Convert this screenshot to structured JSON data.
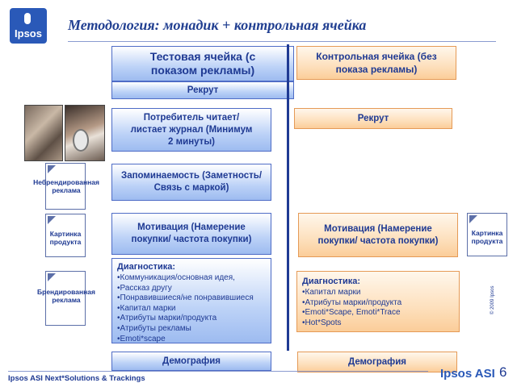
{
  "logo": {
    "text": "Ipsos"
  },
  "title": "Методология: монадик + контрольная ячейка",
  "test_cell": {
    "header": "Тестовая ячейка (с показом рекламы)",
    "recruit": "Рекрут",
    "reading": "Потребитель читает/ листает журнал (Минимум 2 минуты)",
    "recall": "Запоминаемость (Заметность/Связь с маркой)",
    "motivation": "Мотивация (Намерение покупки/ частота покупки)",
    "diagnostics": {
      "title": "Диагностика:",
      "items": [
        "•Коммуникация/основная идея,",
        "•Рассказ другу",
        "•Понравившиеся/не понравившиеся",
        "•Капитал марки",
        "•Атрибуты марки/продукта",
        "•Атрибуты рекламы",
        "•Emoti*scape"
      ]
    },
    "demography": "Демография"
  },
  "control_cell": {
    "header": "Контрольная ячейка (без показа рекламы)",
    "recruit": "Рекрут",
    "motivation": "Мотивация (Намерение покупки/ частота покупки)",
    "diagnostics": {
      "title": "Диагностика:",
      "items": [
        "•Капитал марки",
        "•Атрибуты марки/продукта",
        "•Emoti*Scape, Emoti*Trace",
        "•Hot*Spots"
      ]
    },
    "demography": "Демография"
  },
  "thumbnails": {
    "unbranded": "Небрендированная реклама",
    "product_left": "Картинка продукта",
    "branded": "Брендированная реклама",
    "product_right": "Картинка продукта"
  },
  "footer": {
    "left": "Ipsos ASI Next*Solutions & Trackings",
    "logo": "Ipsos ASI",
    "page": "6",
    "copyright": "© 2009 Ipsos"
  },
  "colors": {
    "primary": "#1f3a93",
    "blue_box": "#bcd2f7",
    "orange_box": "#fde0bd"
  }
}
